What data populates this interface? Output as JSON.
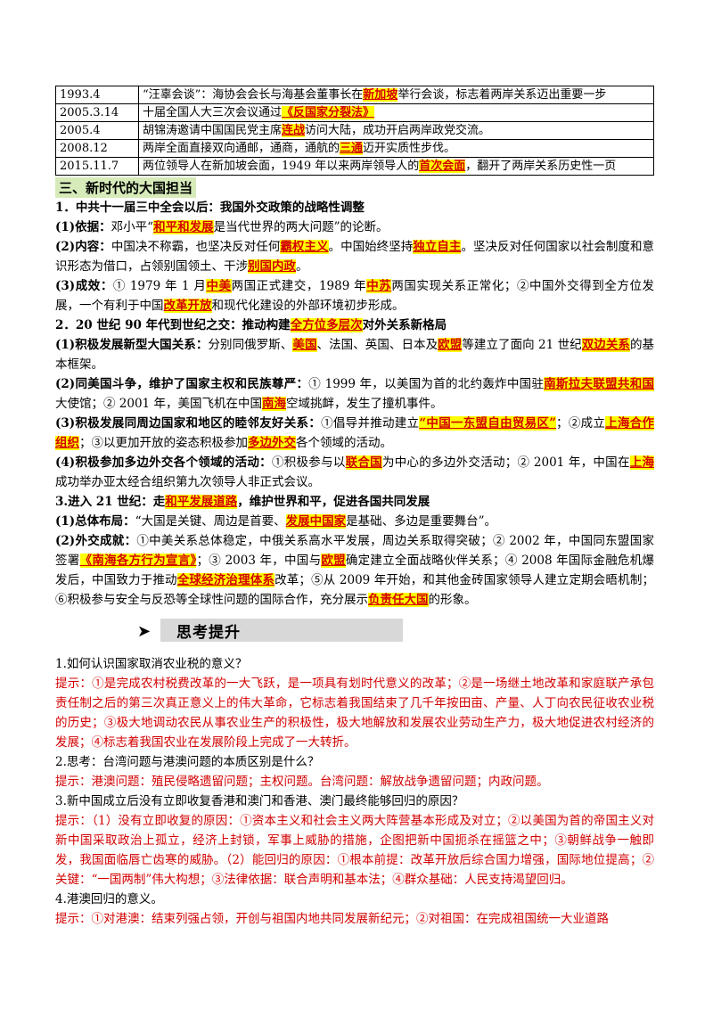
{
  "table": [
    {
      "date": "1993.4",
      "pre": "“汪辜会谈”：海协会会长与海基会董事长在",
      "hl": "新加坡",
      "post": "举行会谈，标志着两岸关系迈出重要一步"
    },
    {
      "date": "2005.3.14",
      "pre": "十届全国人大三次会议通过",
      "hl": "《反国家分裂法》",
      "post": ""
    },
    {
      "date": "2005.4",
      "pre": "胡锦涛邀请中国国民党主席",
      "hl": "连战",
      "post": "访问大陆，成功开启两岸政党交流。"
    },
    {
      "date": "2008.12",
      "pre": "两岸全面直接双向通邮，通商，通航的",
      "hl": "三通",
      "post": "迈开实质性步伐。"
    },
    {
      "date": "2015.11.7",
      "pre": "两位领导人在新加坡会面，1949 年以来两岸领导人的",
      "hl": "首次会面",
      "post": "，翻开了两岸关系历史性一页"
    }
  ],
  "section_title": "三、新时代的大国担当",
  "s1": {
    "head": "1．中共十一届三中全会以后：我国外交政策的战略性调整",
    "basis_label": "(1)依据：",
    "basis_pre": "邓小平“",
    "basis_hl": "和平和发展",
    "basis_post": "是当代世界的两大问题”的论断。",
    "content_label": "(2)内容：",
    "content_a": "中国决不称霸，也坚决反对任何",
    "content_hl1": "霸权主义",
    "content_b": "。中国始终坚持",
    "content_hl2": "独立自主",
    "content_c": "。坚决反对任何国家以社会制度和意识形态为借口，占领别国领土、干涉",
    "content_hl3": "别国内政",
    "content_d": "。",
    "result_label": "(3)成效：",
    "result_a": "① 1979 年 1 月",
    "result_hl1": "中美",
    "result_b": "两国正式建交，1989 年",
    "result_hl2": "中苏",
    "result_c": "两国实现关系正常化；②中国外交得到全方位发展，一个有利于中国",
    "result_hl3": "改革开放",
    "result_d": "和现代化建设的外部环境初步形成。"
  },
  "s2": {
    "head_a": "2．20 世纪 90 年代到世纪之交：推动构建",
    "head_hl": "全方位多层次",
    "head_b": "对外关系新格局",
    "i1_label": "(1)积极发展新型大国关系：",
    "i1_a": "分别同俄罗斯、",
    "i1_hl1": "美国",
    "i1_b": "、法国、英国、日本及",
    "i1_hl2": "欧盟",
    "i1_c": "等建立了面向 21 世纪",
    "i1_hl3": "双边关系",
    "i1_d": "的基本框架。",
    "i2_label": "(2)同美国斗争，维护了国家主权和民族尊严：",
    "i2_a": "① 1999 年，以美国为首的北约轰炸中国驻",
    "i2_hl1": "南斯拉夫联盟共和国",
    "i2_b": "大使馆；② 2001 年，美国飞机在中国",
    "i2_hl2": "南海",
    "i2_c": "空域挑衅，发生了撞机事件。",
    "i3_label": "(3)积极发展同周边国家和地区的睦邻友好关系：",
    "i3_a": "①倡导并推动建立",
    "i3_hl1": "“中国一东盟自由贸易区”",
    "i3_b": "；②成立",
    "i3_hl2": "上海合作组织",
    "i3_c": "；③以更加开放的姿态积极参加",
    "i3_hl3": "多边外交",
    "i3_d": "各个领域的活动。",
    "i4_label": "(4)积极参加多边外交各个领域的活动：",
    "i4_a": "①积极参与以",
    "i4_hl1": "联合国",
    "i4_b": "为中心的多边外交活动；② 2001 年，中国在",
    "i4_hl2": "上海",
    "i4_c": "成功举办亚太经合组织第九次领导人非正式会议。"
  },
  "s3": {
    "head_a": "3.进入 21 世纪：走",
    "head_hl": "和平发展道路",
    "head_b": "，维护世界和平，促进各国共同发展",
    "i1_label": "(1)总体布局：",
    "i1_a": "“大国是关键、周边是首要、",
    "i1_hl": "发展中国家",
    "i1_b": "是基础、多边是重要舞台”。",
    "i2_label": "(2)外交成就：",
    "i2_a": "①中美关系总体稳定，中俄关系高水平发展，周边关系取得突破；② 2002 年，中国同东盟国家签署",
    "i2_hl1": "《南海各方行为宣言》",
    "i2_b": "；③ 2003 年，中国与",
    "i2_hl2": "欧盟",
    "i2_c": "确定建立全面战略伙伴关系；④ 2008 年国际金融危机爆发后，中国致力于推动",
    "i2_hl3": "全球经济治理体系",
    "i2_d": "改革；⑤从 2009 年开始，和其他金砖国家领导人建立定期会晤机制；⑥积极参与安全与反恐等全球性问题的国际合作，充分展示",
    "i2_hl4": "负责任大国",
    "i2_e": "的形象。"
  },
  "think": {
    "arrow": "➤",
    "label": "思考提升"
  },
  "qa": [
    {
      "q": "1.如何认识国家取消农业税的意义？",
      "a": "提示：①是完成农村税费改革的一大飞跃，是一项具有划时代意义的改革；②是一场继土地改革和家庭联产承包责任制之后的第三次真正意义上的伟大革命，它标志着我国结束了几千年按田亩、产量、人丁向农民征收农业税的历史；③极大地调动农民从事农业生产的积极性，极大地解放和发展农业劳动生产力，极大地促进农村经济的发展；④标志着我国农业在发展阶段上完成了一大转折。"
    },
    {
      "q": "2.思考：台湾问题与港澳问题的本质区别是什么？",
      "a": "提示：港澳问题：殖民侵略遗留问题；主权问题。台湾问题：解放战争遗留问题；内政问题。"
    },
    {
      "q": "3.新中国成立后没有立即收复香港和澳门和香港、澳门最终能够回归的原因？",
      "a": "提示：（1）没有立即收复的原因：①资本主义和社会主义两大阵营基本形成及对立；②以美国为首的帝国主义对新中国采取政治上孤立，经济上封锁，军事上威胁的措施，企图把新中国扼杀在摇篮之中；③朝鲜战争一触即发，我国面临唇亡齿寒的威胁。（2）能回归的原因：①根本前提：改革开放后综合国力增强，国际地位提高；②关键：“一国两制”伟大构想；③法律依据：联合声明和基本法；④群众基础：人民支持渴望回归。"
    },
    {
      "q": "4.港澳回归的意义。",
      "a": "提示：①对港澳：结束列强占领，开创与祖国内地共同发展新纪元；②对祖国：在完成祖国统一大业道路"
    }
  ]
}
